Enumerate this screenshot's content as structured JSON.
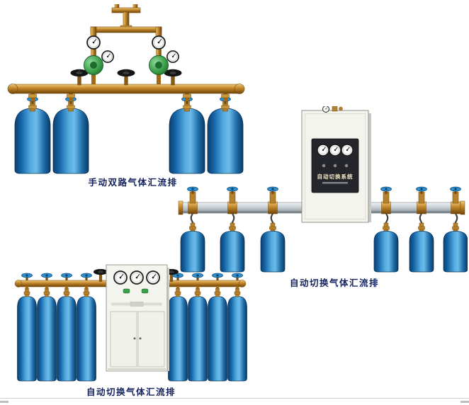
{
  "page": {
    "background_color": "#ffffff",
    "footer_rule_color": "#cfcfcf"
  },
  "products": [
    {
      "name": "manual-dual-gas-manifold",
      "caption": "手动双路气体汇流排"
    },
    {
      "name": "auto-switch-gas-manifold-wall",
      "caption": "自动切换气体汇流排",
      "cabinet_panel_label": "自动切换系统"
    },
    {
      "name": "auto-switch-gas-manifold-cabinet",
      "caption": "自动切换气体汇流排"
    }
  ],
  "palette": {
    "cylinder_blue_dark": "#0c3f6e",
    "cylinder_blue_light": "#6cbcea",
    "brass": "#c08428",
    "regulator_green": "#3aa04a",
    "handwheel_blue": "#2e8fd0",
    "handwheel_black": "#141414",
    "cabinet_face": "#f4f4ef",
    "manifold_aluminum": "#c3cacf",
    "caption_text": "#13215c"
  }
}
